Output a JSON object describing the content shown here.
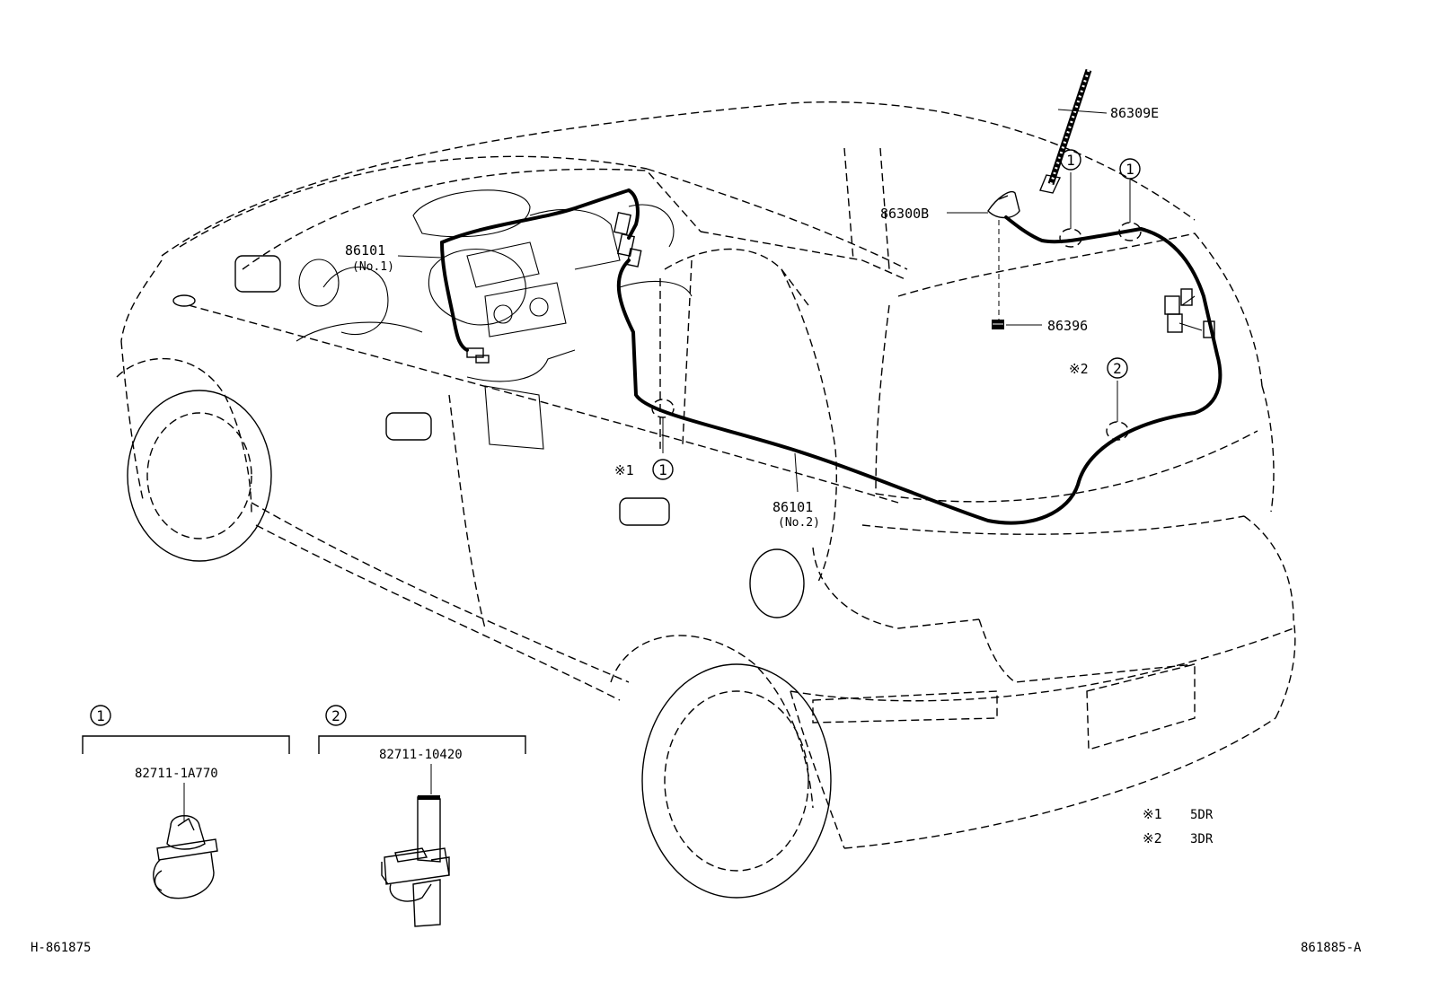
{
  "labels": {
    "antenna_rod": "86309E",
    "antenna_base": "86300B",
    "cord_no1_part": "86101",
    "cord_no1_sub": "(No.1)",
    "cord_no2_part": "86101",
    "cord_no2_sub": "(No.2)",
    "pad": "86396"
  },
  "callouts": {
    "circle_1": "1",
    "circle_2": "2",
    "note_mark_1": "※1",
    "note_mark_2": "※2"
  },
  "inset_1": {
    "marker": "1",
    "part_number": "82711-1A770"
  },
  "inset_2": {
    "marker": "2",
    "part_number": "82711-10420"
  },
  "legend": [
    {
      "mark": "※1",
      "text": "5DR"
    },
    {
      "mark": "※2",
      "text": "3DR"
    }
  ],
  "footer": {
    "left_code": "H-861875",
    "right_code": "861885-A"
  },
  "icons": [
    "antenna-rod-icon",
    "antenna-base-icon",
    "clamp-1-icon",
    "clamp-2-icon"
  ]
}
